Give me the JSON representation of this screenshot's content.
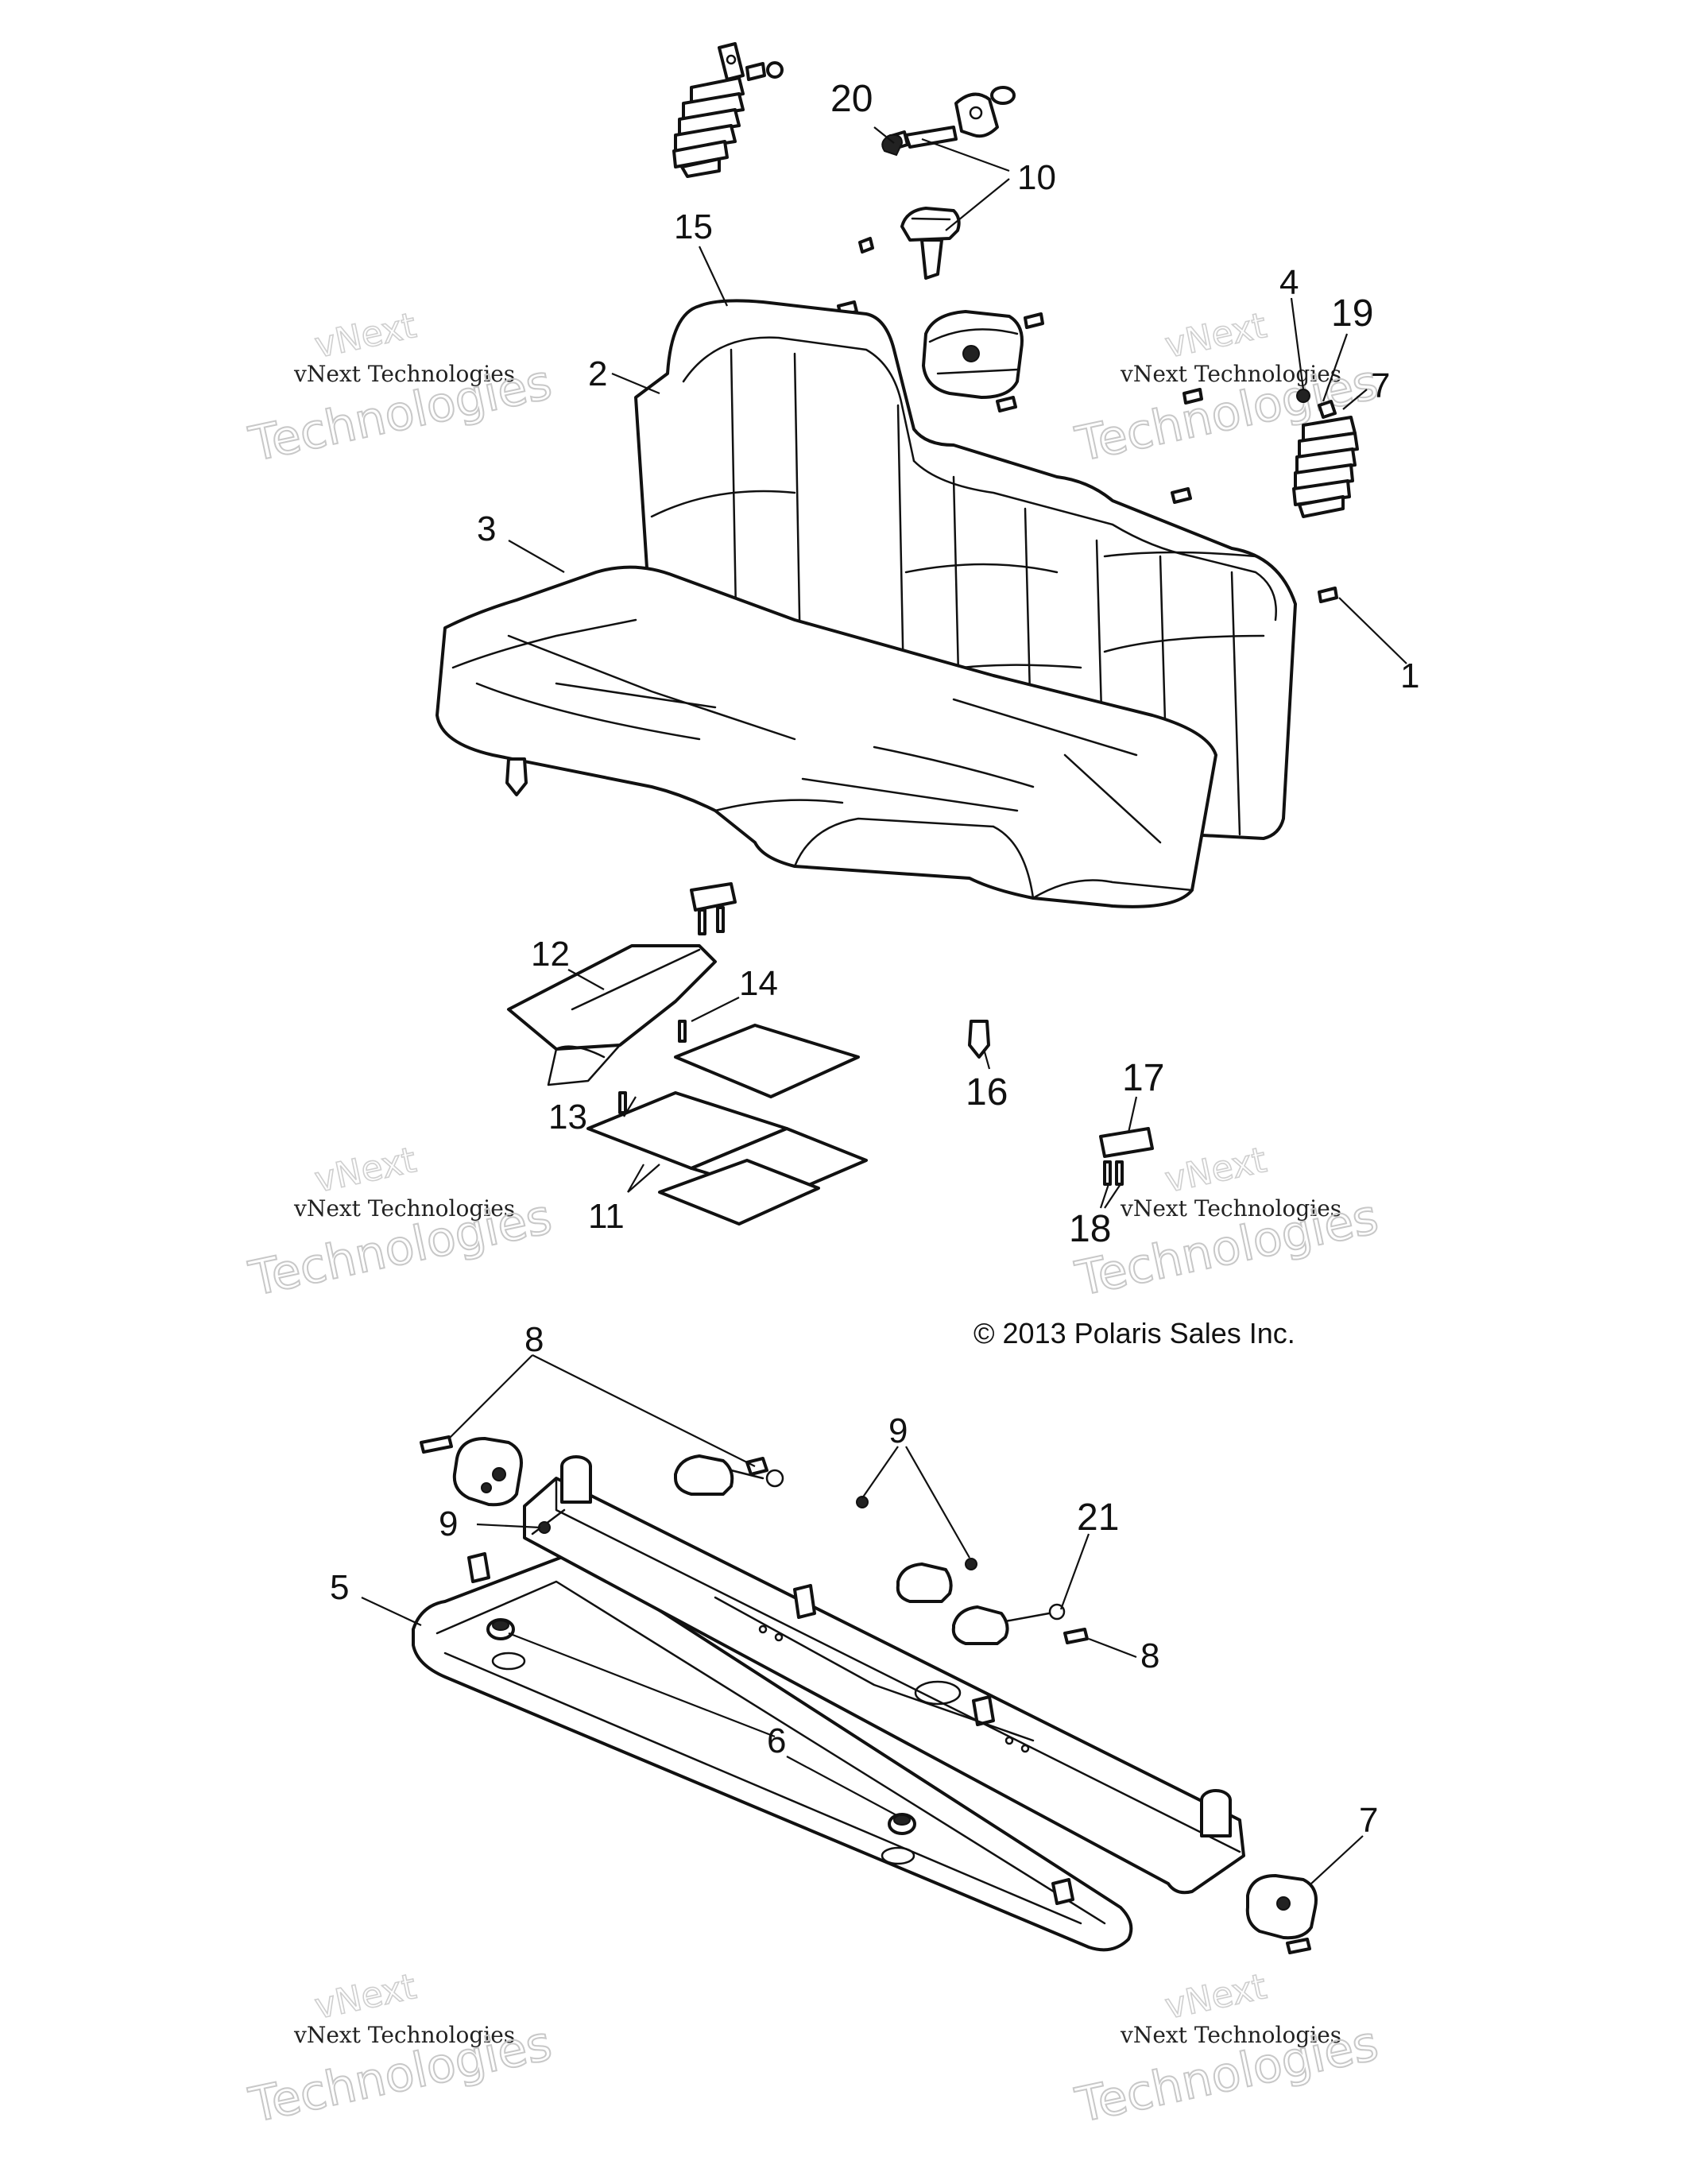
{
  "diagram": {
    "copyright": "© 2013 Polaris Sales Inc.",
    "watermark": {
      "line1": "vNext",
      "line2": "vNext Technologies",
      "line3": "Technologies"
    },
    "callouts": [
      {
        "label": "20"
      },
      {
        "label": "10"
      },
      {
        "label": "15"
      },
      {
        "label": "4"
      },
      {
        "label": "19"
      },
      {
        "label": "7"
      },
      {
        "label": "2"
      },
      {
        "label": "3"
      },
      {
        "label": "1"
      },
      {
        "label": "12"
      },
      {
        "label": "14"
      },
      {
        "label": "13"
      },
      {
        "label": "16"
      },
      {
        "label": "17"
      },
      {
        "label": "11"
      },
      {
        "label": "18"
      },
      {
        "label": "8"
      },
      {
        "label": "9"
      },
      {
        "label": "9"
      },
      {
        "label": "21"
      },
      {
        "label": "8"
      },
      {
        "label": "5"
      },
      {
        "label": "6"
      },
      {
        "label": "7"
      }
    ]
  }
}
